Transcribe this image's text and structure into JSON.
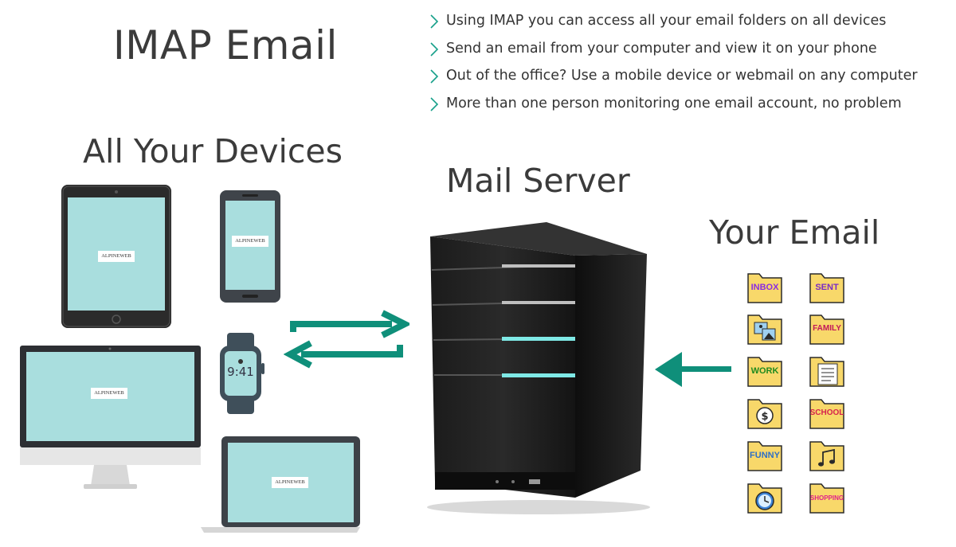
{
  "title": "IMAP Email",
  "bullets": [
    "Using IMAP you can access all your email folders on all devices",
    "Send an email from your computer and view it on your phone",
    "Out of the office? Use a mobile device or webmail on any computer",
    "More than one person monitoring one email account, no problem"
  ],
  "headings": {
    "devices": "All Your Devices",
    "server": "Mail Server",
    "email": "Your Email"
  },
  "device_screen_logo": "ALPINEWEB",
  "watch_time": "9:41",
  "folders": {
    "inbox": "INBOX",
    "sent": "SENT",
    "family": "FAMILY",
    "work": "WORK",
    "school": "SCHOOL",
    "funny": "FUNNY",
    "shopping": "SHOPPING"
  },
  "colors": {
    "accent_teal": "#0f8f7a",
    "screen": "#a9dede",
    "folder": "#f8d86a",
    "folder_outline": "#2a2a2a",
    "inbox_text": "#8a2be2",
    "sent_text": "#7a2cc4",
    "family_text": "#c2185b",
    "work_text": "#1f8a1f",
    "school_text": "#d6214e",
    "funny_text": "#2f6fc6",
    "shopping_text": "#e0218a"
  }
}
